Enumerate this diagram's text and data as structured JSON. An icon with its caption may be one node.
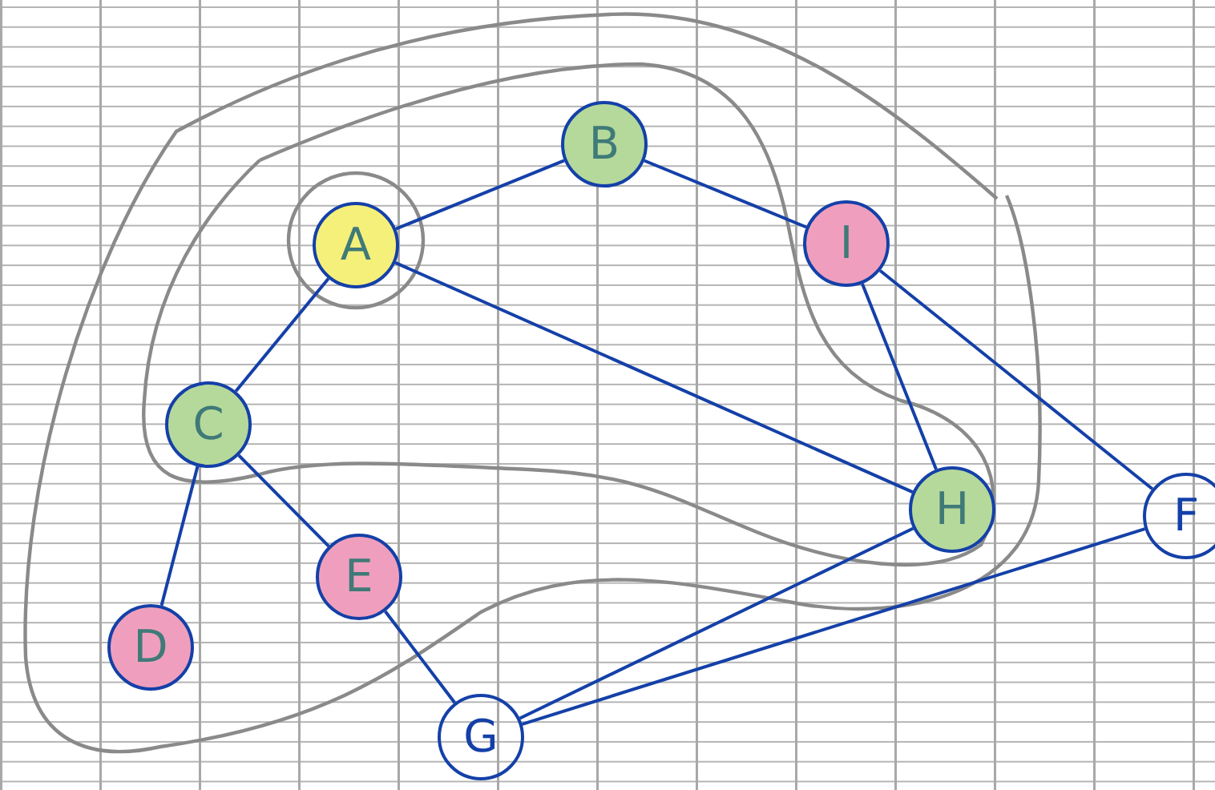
{
  "diagram": {
    "nodes": [
      {
        "text": [
          "A"
        ]
      },
      {
        "text": [
          "B"
        ]
      },
      {
        "text": [
          "I"
        ]
      },
      {
        "text": [
          "C"
        ]
      },
      {
        "text": [
          "H"
        ]
      },
      {
        "text": [
          "F"
        ]
      },
      {
        "text": [
          "E"
        ]
      },
      {
        "text": [
          "D"
        ]
      },
      {
        "text": [
          "G"
        ]
      }
    ],
    "edges": [
      {
        "from": 0,
        "to": 1,
        "arrow": "none"
      },
      {
        "from": 1,
        "to": 2,
        "arrow": "none"
      },
      {
        "from": 0,
        "to": 3,
        "arrow": "none"
      },
      {
        "from": 0,
        "to": 4,
        "arrow": "none"
      },
      {
        "from": 2,
        "to": 4,
        "arrow": "none"
      },
      {
        "from": 2,
        "to": 5,
        "arrow": "none"
      },
      {
        "from": 3,
        "to": 7,
        "arrow": "none"
      },
      {
        "from": 3,
        "to": 6,
        "arrow": "none"
      },
      {
        "from": 6,
        "to": 8,
        "arrow": "none"
      },
      {
        "from": 4,
        "to": 8,
        "arrow": "none"
      },
      {
        "from": 5,
        "to": 8,
        "arrow": "none"
      }
    ]
  }
}
